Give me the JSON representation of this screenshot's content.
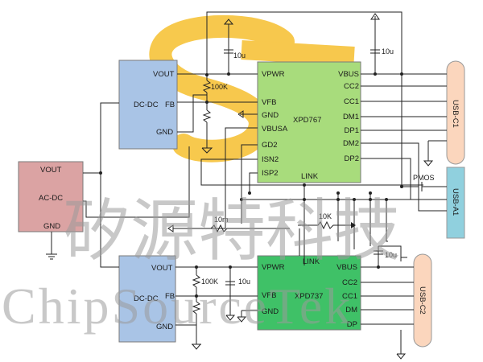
{
  "colors": {
    "dcdc_fill": "#a9c4e6",
    "acdc_fill": "#dba3a3",
    "xpd767_fill": "#a8dc7c",
    "xpd737_fill": "#3fc167",
    "usbc_fill": "#fbd6bd",
    "usba_fill": "#90d0de",
    "logo_color": "#f6bf2e",
    "watermark_color": "#9a9a9a"
  },
  "acdc": {
    "vout": "VOUT",
    "name": "AC-DC",
    "gnd": "GND"
  },
  "dcdc1": {
    "vout": "VOUT",
    "name": "DC-DC",
    "fb": "FB",
    "gnd": "GND"
  },
  "dcdc2": {
    "vout": "VOUT",
    "name": "DC-DC",
    "fb": "FB",
    "gnd": "GND"
  },
  "xpd767": {
    "name": "XPD767",
    "left_pins": [
      "VPWR",
      "VFB",
      "GND",
      "VBUSA",
      "GD2",
      "ISN2",
      "ISP2"
    ],
    "right_pins": [
      "VBUS",
      "CC2",
      "CC1",
      "DM1",
      "DP1",
      "DM2",
      "DP2"
    ],
    "bottom": "LINK"
  },
  "xpd737": {
    "name": "XPD737",
    "top": "LINK",
    "left_pins": [
      "VPWR",
      "VFB",
      "GND"
    ],
    "right_pins": [
      "VBUS",
      "CC2",
      "CC1",
      "DM",
      "DP"
    ]
  },
  "components": {
    "cap_top": "10u",
    "cap_right": "10u",
    "cap_bottom_mid": "10u",
    "cap_bottom_right": "10u",
    "res_top": "100K",
    "res_bottom": "100K",
    "res_sense": "10m",
    "res_link": "10K",
    "pmos": "PMOS"
  },
  "ports": {
    "usb_c1": "USB-C1",
    "usb_a1": "USB-A1",
    "usb_c2": "USB-C2"
  },
  "logo": {
    "icon": "st-logo-icon"
  },
  "watermark": {
    "cn": "矽源特科技",
    "en": "ChipSourceTek"
  }
}
